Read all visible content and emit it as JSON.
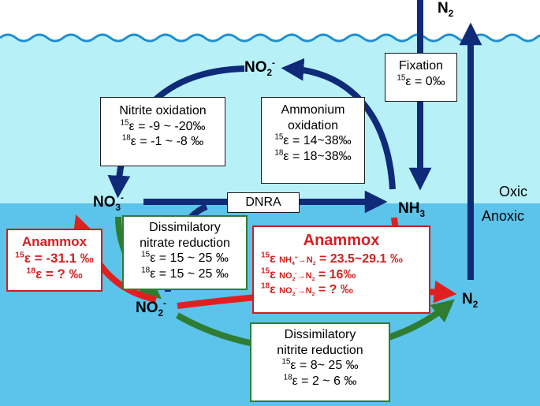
{
  "colors": {
    "oxic_water": "#b8f0f8",
    "anoxic_water": "#5cc3ea",
    "arrow_dark_blue": "#0e2a78",
    "arrow_red": "#e02020",
    "arrow_green": "#2e7d32",
    "text_red": "#d42020"
  },
  "zones": {
    "oxic": "Oxic",
    "anoxic": "Anoxic"
  },
  "species": {
    "n2_top": {
      "base": "N",
      "sub": "2"
    },
    "no2_top": {
      "base": "NO",
      "sub": "2",
      "sup": "-"
    },
    "no3": {
      "base": "NO",
      "sub": "3",
      "sup": "-"
    },
    "nh3": {
      "base": "NH",
      "sub": "3"
    },
    "no2_bottom": {
      "base": "NO",
      "sub": "2",
      "sup": "-"
    },
    "n2_right": {
      "base": "N",
      "sub": "2"
    }
  },
  "dnra": "DNRA",
  "fixation": {
    "title": "Fixation",
    "eps15": "ε = 0‰"
  },
  "nitrite_oxidation": {
    "title": "Nitrite oxidation",
    "eps15": "ε = -9 ~ -20‰",
    "eps18": "ε = -1 ~ -8 ‰"
  },
  "ammonium_oxidation": {
    "title1": "Ammonium",
    "title2": "oxidation",
    "eps15": "ε = 14~38‰",
    "eps18": "ε = 18~38‰"
  },
  "dissim_nitrate": {
    "title1": "Dissimilatory",
    "title2": "nitrate reduction",
    "eps15": "ε = 15 ~ 25 ‰",
    "eps18": "ε = 15 ~ 25 ‰"
  },
  "anammox_left": {
    "title": "Anammox",
    "eps15": "ε = -31.1 ‰",
    "eps18": "ε = ? ‰"
  },
  "anammox_right": {
    "title": "Anammox",
    "row1": {
      "eps": "ε",
      "reactant": "NH",
      "reactant_sub": "4",
      "reactant_sup": "+",
      "arrow": "→N",
      "product_sub": "2",
      "value": "= 23.5~29.1 ‰"
    },
    "row2": {
      "eps": "ε",
      "reactant": "NO",
      "reactant_sub": "2",
      "reactant_sup": "-",
      "arrow": "→N",
      "product_sub": "2",
      "value": "= 16‰"
    },
    "row3": {
      "eps": "ε",
      "reactant": "NO",
      "reactant_sub": "2",
      "reactant_sup": "-",
      "arrow": "→N",
      "product_sub": "2",
      "value": "= ? ‰"
    }
  },
  "dissim_nitrite": {
    "title1": "Dissimilatory",
    "title2": "nitrite reduction",
    "eps15": "ε = 8~ 25 ‰",
    "eps18": "ε = 2 ~ 6 ‰"
  },
  "isotopes": {
    "n15": "15",
    "o18": "18"
  }
}
